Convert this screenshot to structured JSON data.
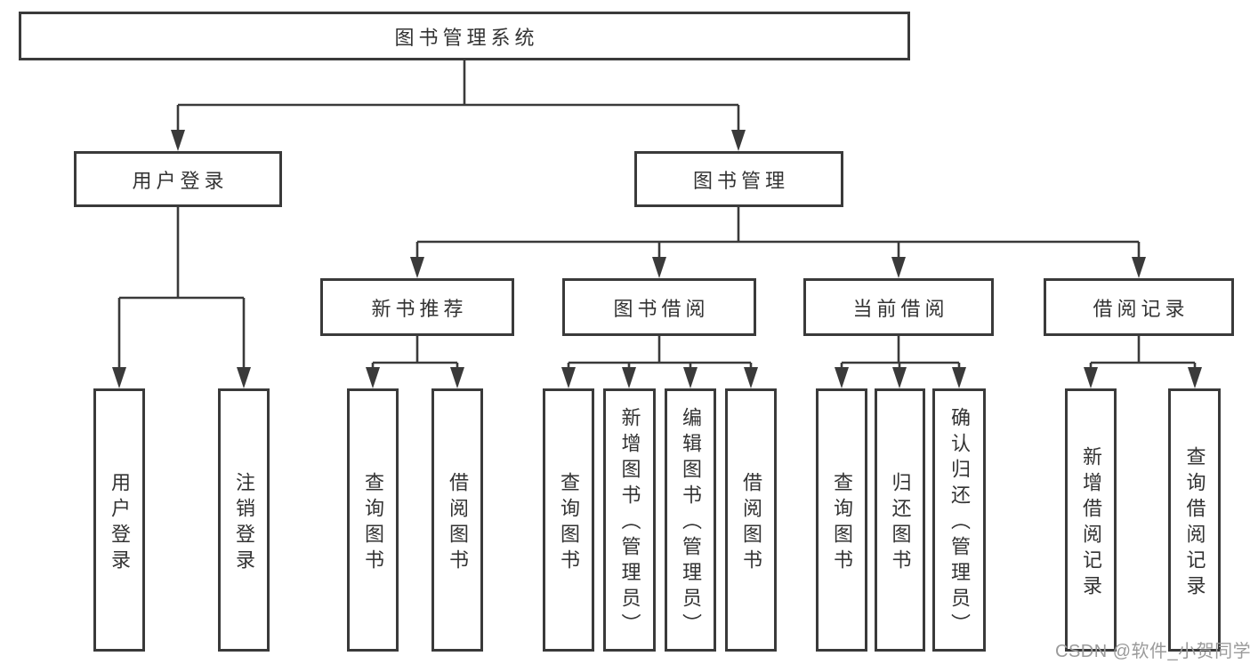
{
  "page": {
    "background": "#ffffff"
  },
  "colors": {
    "line": "#3a3a3a",
    "box_border": "#3a3a3a",
    "text": "#333333",
    "watermark": "#9b9b9b"
  },
  "watermark": {
    "text": "CSDN @软件_小贺同学"
  },
  "tree": {
    "root": {
      "label": "图书管理系统"
    },
    "children": [
      {
        "label": "用户登录",
        "children": [
          {
            "label": "用户登录"
          },
          {
            "label": "注销登录"
          }
        ]
      },
      {
        "label": "图书管理",
        "children": [
          {
            "label": "新书推荐",
            "children": [
              {
                "label": "查询图书"
              },
              {
                "label": "借阅图书"
              }
            ]
          },
          {
            "label": "图书借阅",
            "children": [
              {
                "label": "查询图书"
              },
              {
                "label": "新增图书（管理员）"
              },
              {
                "label": "编辑图书（管理员）"
              },
              {
                "label": "借阅图书"
              }
            ]
          },
          {
            "label": "当前借阅",
            "children": [
              {
                "label": "查询图书"
              },
              {
                "label": "归还图书"
              },
              {
                "label": "确认归还（管理员）"
              }
            ]
          },
          {
            "label": "借阅记录",
            "children": [
              {
                "label": "新增借阅记录"
              },
              {
                "label": "查询借阅记录"
              }
            ]
          }
        ]
      }
    ]
  }
}
